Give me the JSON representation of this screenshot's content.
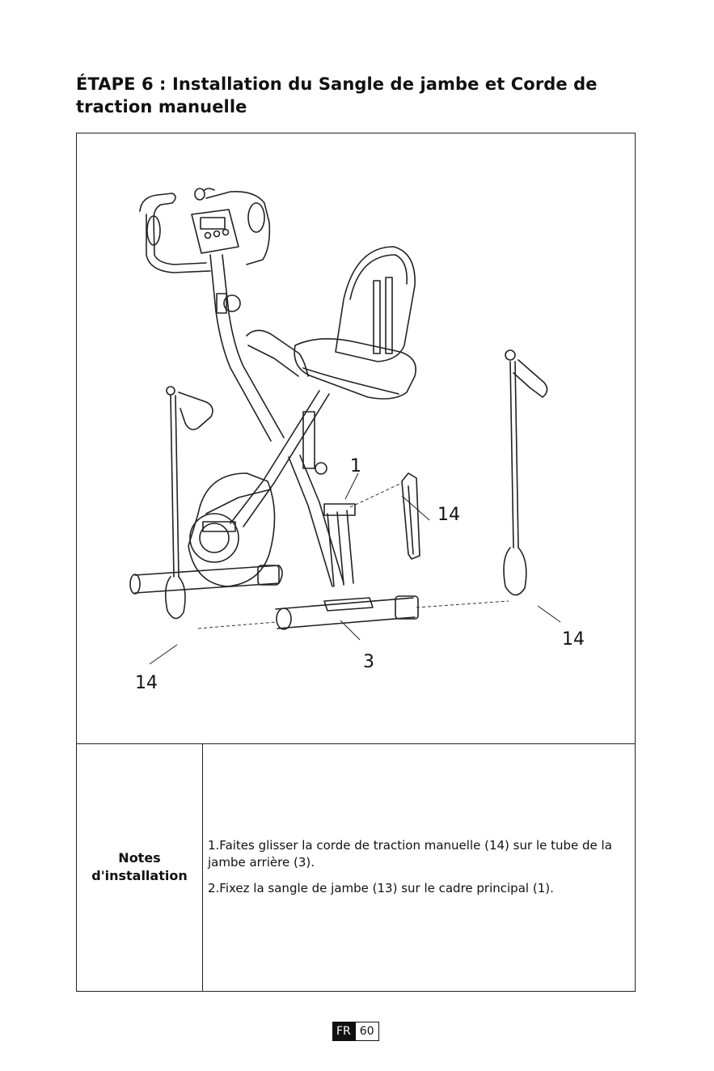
{
  "title": "ÉTAPE 6 : Installation du Sangle de jambe et Corde de traction manuelle",
  "diagram": {
    "callouts": {
      "frame_main": "1",
      "rope_center": "14",
      "rope_right": "14",
      "rope_left": "14",
      "rear_tube": "3"
    }
  },
  "notes": {
    "label": "Notes d'installation",
    "items": [
      "1.Faites glisser la corde de traction manuelle (14) sur le tube de la jambe arrière (3).",
      "2.Fixez la sangle de jambe (13) sur le cadre principal (1)."
    ]
  },
  "footer": {
    "lang": "FR",
    "page": "60"
  }
}
